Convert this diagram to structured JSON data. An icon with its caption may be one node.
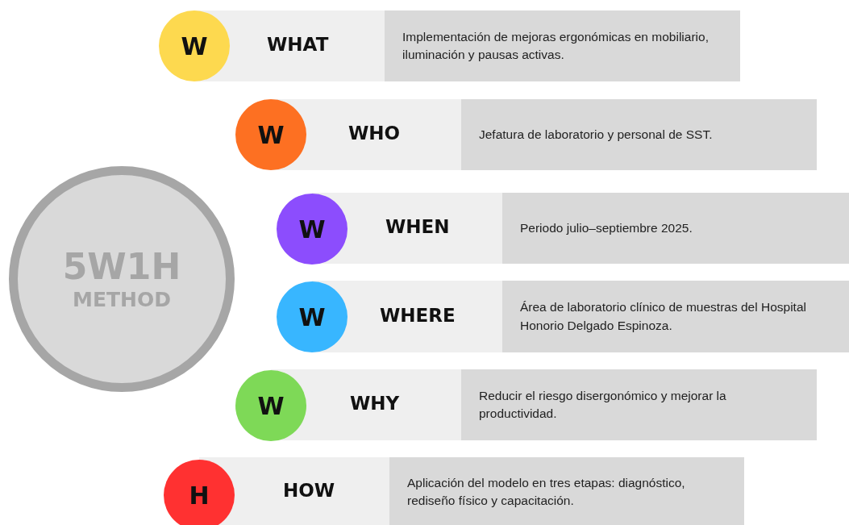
{
  "diagram": {
    "nodes": [
      {
        "text": [
          "5W1H",
          "METHOD"
        ]
      },
      {
        "text": [
          "W"
        ]
      },
      {
        "text": [
          "WHAT",
          "Implementación de mejoras ergonómicas en mobiliario, iluminación y pausas activas."
        ]
      },
      {
        "text": [
          "W"
        ]
      },
      {
        "text": [
          "WHO",
          "Jefatura de laboratorio y personal de SST."
        ]
      },
      {
        "text": [
          "W"
        ]
      },
      {
        "text": [
          "WHEN",
          "Periodo julio–septiembre 2025."
        ]
      },
      {
        "text": [
          "W"
        ]
      },
      {
        "text": [
          "WHERE",
          "Área de laboratorio clínico de muestras del Hospital Honorio Delgado Espinoza."
        ]
      },
      {
        "text": [
          "W"
        ]
      },
      {
        "text": [
          "WHY",
          "Reducir el riesgo disergonómico y mejorar la productividad."
        ]
      },
      {
        "text": [
          "H"
        ]
      },
      {
        "text": [
          "HOW",
          "Aplicación del modelo en tres etapas: diagnóstico, rediseño físico y capacitación."
        ]
      }
    ],
    "edges": []
  }
}
